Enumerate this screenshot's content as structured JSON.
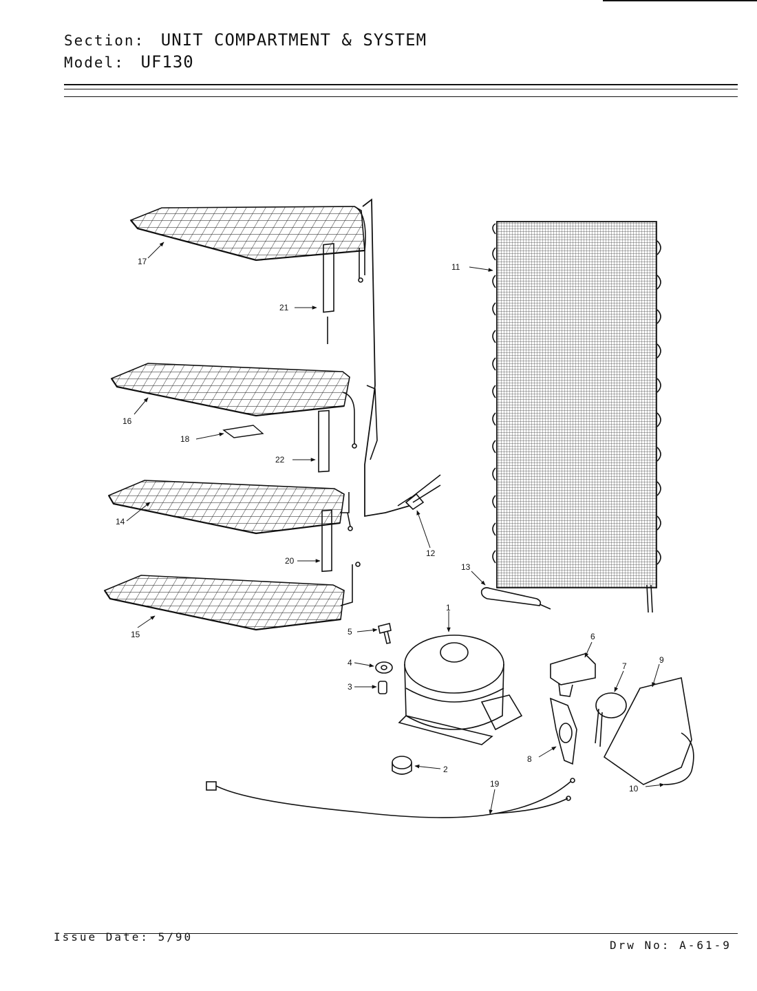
{
  "header": {
    "section_label": "Section:",
    "section_value": "UNIT COMPARTMENT & SYSTEM",
    "model_label": "Model:",
    "model_value": "UF130"
  },
  "footer": {
    "issue_date": "Issue Date: 5/90",
    "drawing_no": "Drw No: A-61-9"
  },
  "callouts": [
    "1",
    "2",
    "3",
    "4",
    "5",
    "6",
    "7",
    "8",
    "9",
    "10",
    "11",
    "12",
    "13",
    "14",
    "15",
    "16",
    "17",
    "18",
    "19",
    "20",
    "21",
    "22"
  ]
}
